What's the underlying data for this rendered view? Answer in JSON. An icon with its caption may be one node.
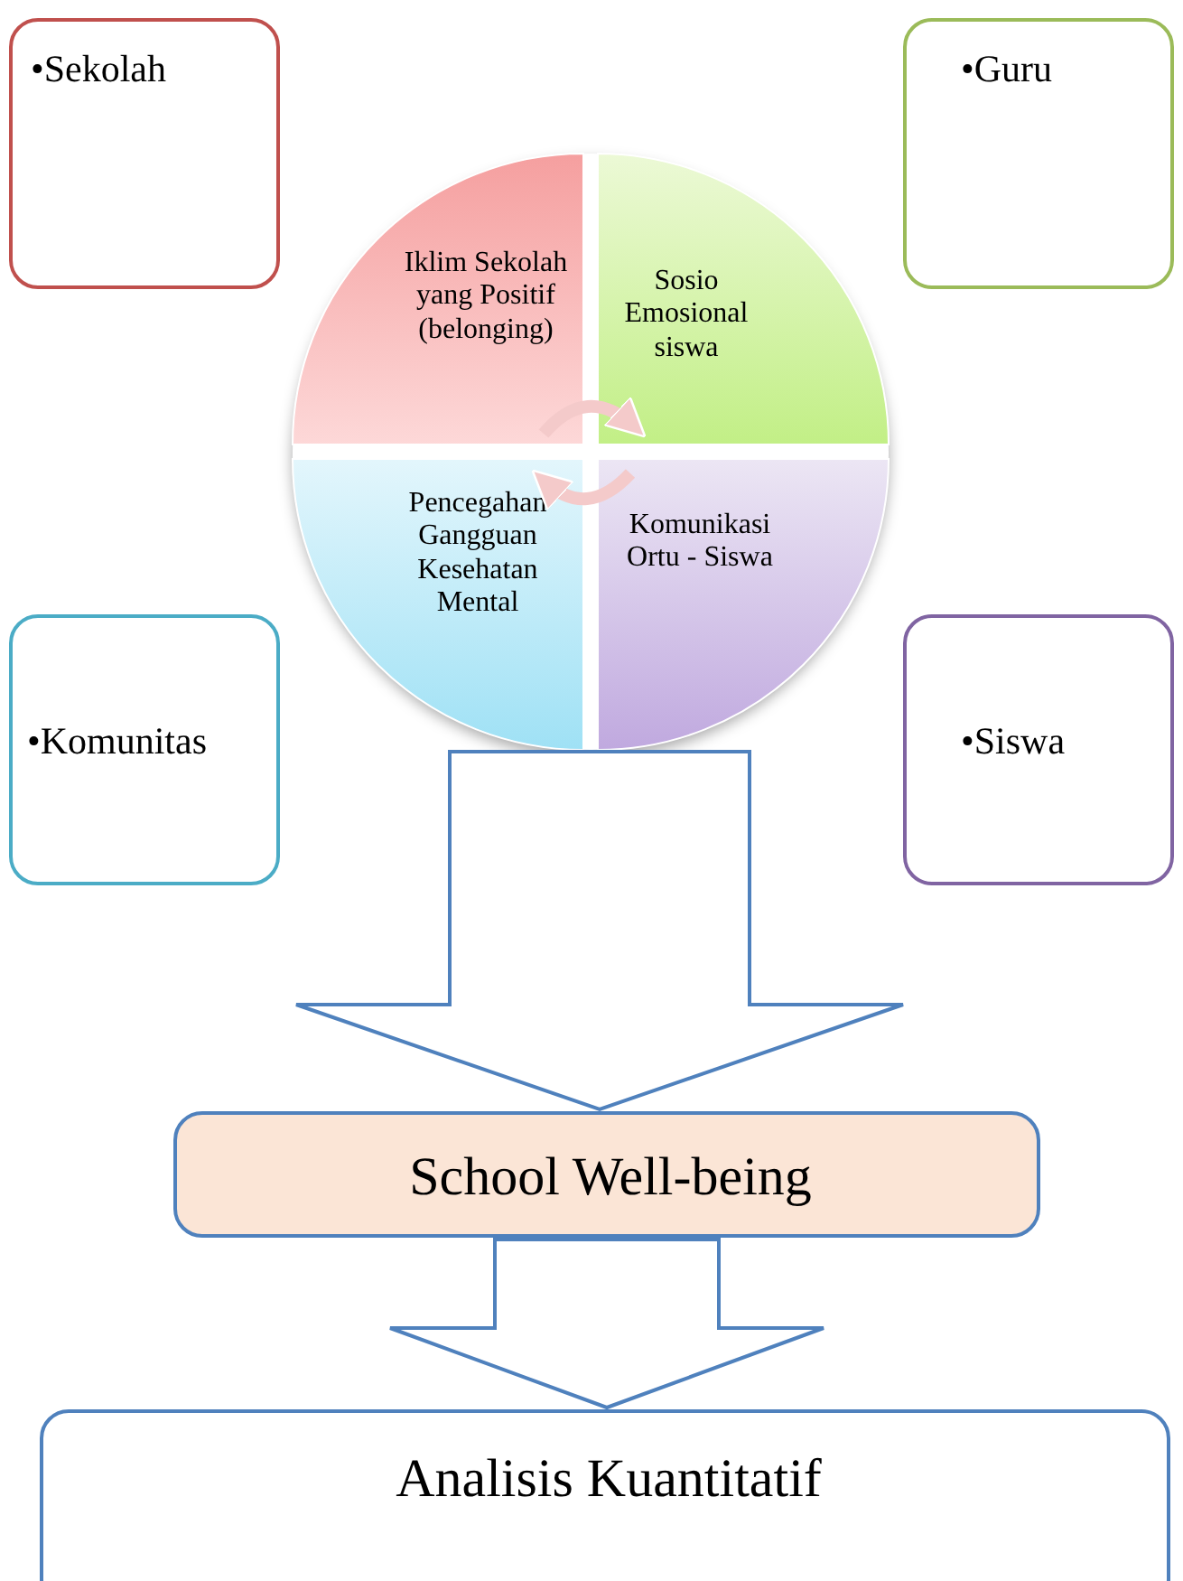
{
  "diagram": {
    "nodes": [
      {
        "text": [
          "•Sekolah"
        ]
      },
      {
        "text": [
          "•Guru"
        ]
      },
      {
        "text": [],
        "shape": "circle"
      },
      {
        "text": [
          "Iklim Sekolah yang Positif (belonging)"
        ],
        "in": 2
      },
      {
        "text": [
          "Sosio Emosional siswa"
        ],
        "in": 2
      },
      {
        "text": [
          "Pencegahan Gangguan Kesehatan Mental"
        ],
        "in": 2
      },
      {
        "text": [
          "Komunikasi Ortu - Siswa"
        ],
        "in": 2
      },
      {
        "text": [
          "•Komunitas"
        ]
      },
      {
        "text": [
          "•Siswa"
        ]
      },
      {
        "text": [
          "School Well-being"
        ]
      },
      {
        "text": [
          "Analisis Kuantitatif"
        ]
      }
    ],
    "edges": [
      {
        "from": 3,
        "to": 4,
        "arrow": "to"
      },
      {
        "from": 6,
        "to": 5,
        "arrow": "to"
      },
      {
        "from": 2,
        "to": 9,
        "arrow": "to"
      },
      {
        "from": 9,
        "to": 10,
        "arrow": "to"
      }
    ]
  }
}
